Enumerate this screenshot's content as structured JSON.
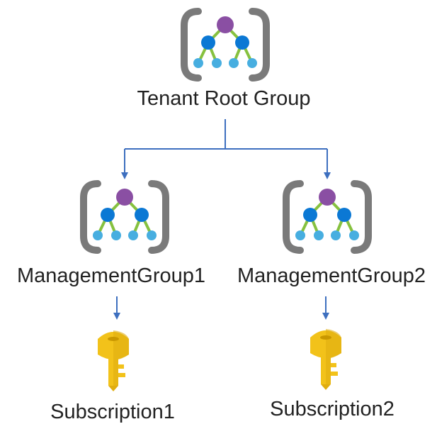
{
  "diagram": {
    "root": {
      "label": "Tenant Root Group",
      "icon": "management-group-icon"
    },
    "groups": [
      {
        "label": "ManagementGroup1",
        "icon": "management-group-icon",
        "subscription": {
          "label": "Subscription1",
          "icon": "subscription-key-icon"
        }
      },
      {
        "label": "ManagementGroup2",
        "icon": "management-group-icon",
        "subscription": {
          "label": "Subscription2",
          "icon": "subscription-key-icon"
        }
      }
    ]
  },
  "colors": {
    "bracket": "#7a7a7a",
    "top_node": "#8a4fa3",
    "mid_node": "#0b78d4",
    "leaf_node": "#47aee0",
    "link": "#86c13f",
    "connector": "#3d6fbf",
    "key_gold": "#f2c21a",
    "key_dark": "#c99700"
  }
}
